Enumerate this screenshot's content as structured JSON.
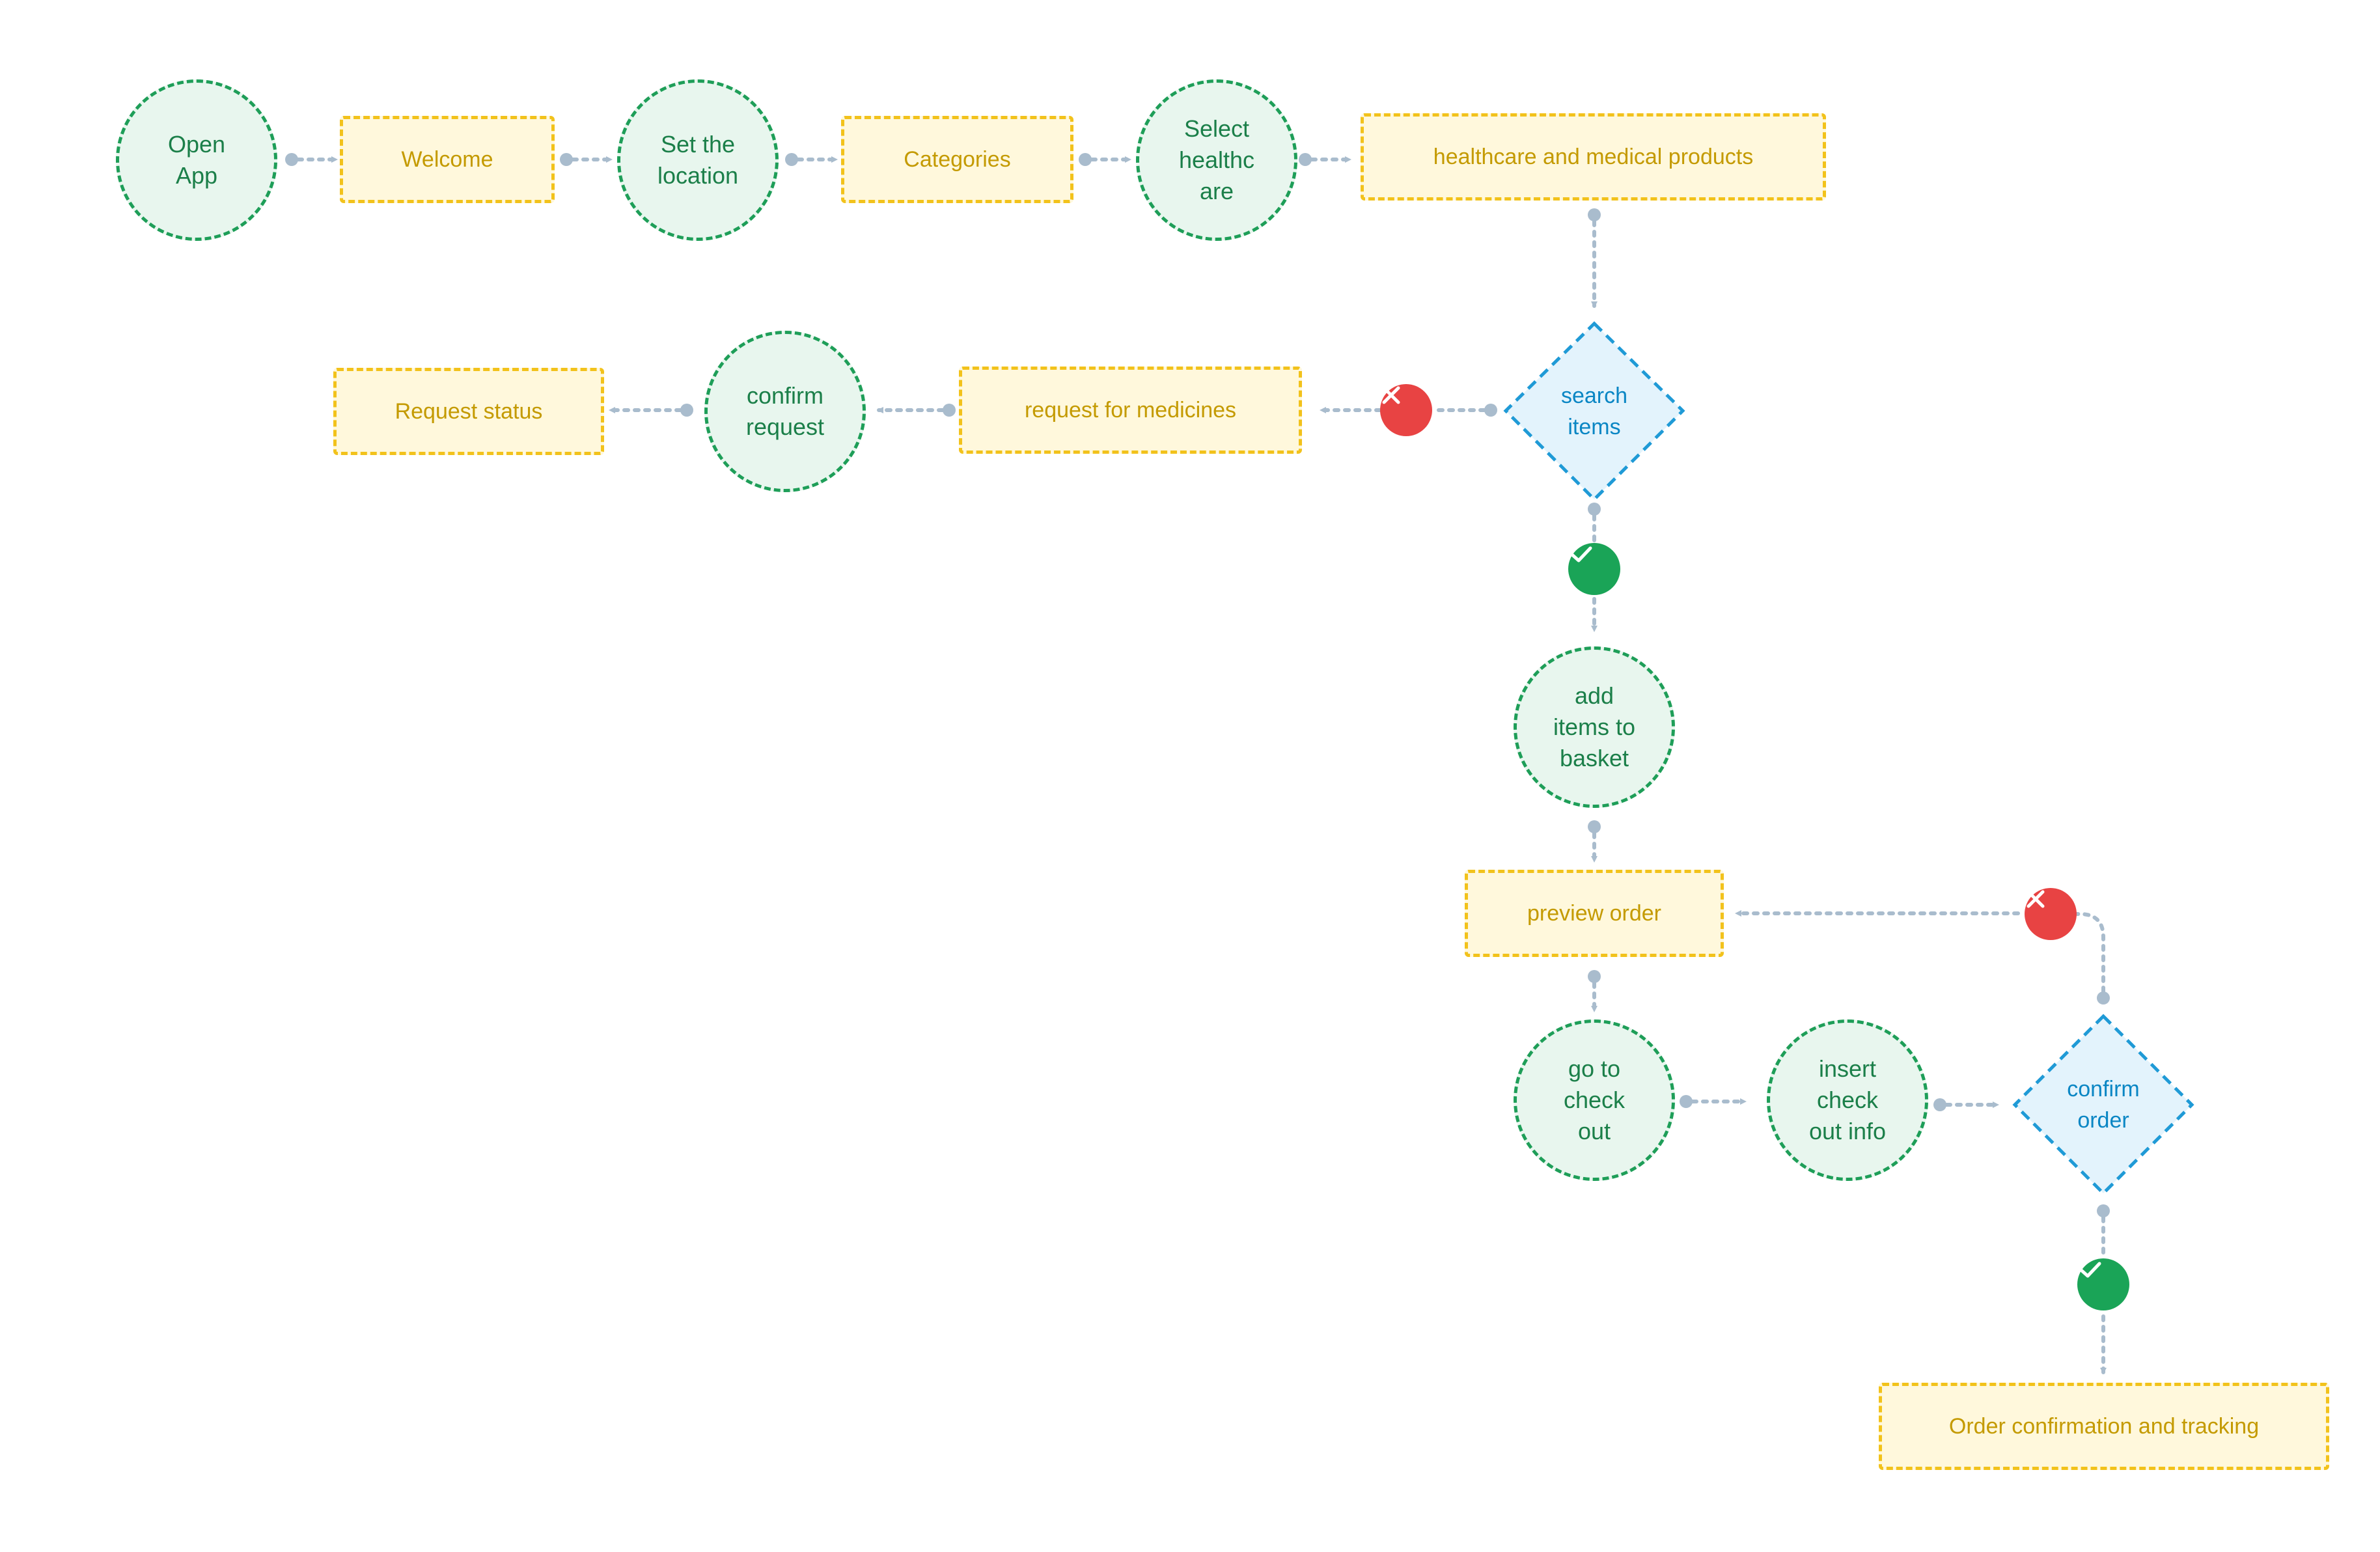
{
  "colors": {
    "process_fill": "#e8f6ee",
    "process_stroke": "#1e9e58",
    "screen_fill": "#fff8dc",
    "screen_stroke": "#f2c21b",
    "decision_fill": "#e3f3fc",
    "decision_stroke": "#1f9ad6",
    "connector": "#a9bccd",
    "no_badge": "#e84343",
    "yes_badge": "#1aa457"
  },
  "nodes": {
    "open_app": "Open\nApp",
    "welcome": "Welcome",
    "set_location": "Set the\nlocation",
    "categories": "Categories",
    "select_healthcare": "Select\nhealthc\nare",
    "healthcare_products": "healthcare and medical products",
    "search_items": "search\nitems",
    "request_medicines": "request for medicines",
    "confirm_request": "confirm\nrequest",
    "request_status": "Request status",
    "add_to_basket": "add\nitems to\nbasket",
    "preview_order": "preview order",
    "go_to_checkout": "go to\ncheck\nout",
    "insert_checkout_info": "insert\ncheck\nout info",
    "confirm_order": "confirm\norder",
    "order_confirmation": "Order confirmation and tracking"
  },
  "badges": {
    "search_no": "close-icon",
    "search_yes": "check-icon",
    "confirm_no": "close-icon",
    "confirm_yes": "check-icon"
  }
}
